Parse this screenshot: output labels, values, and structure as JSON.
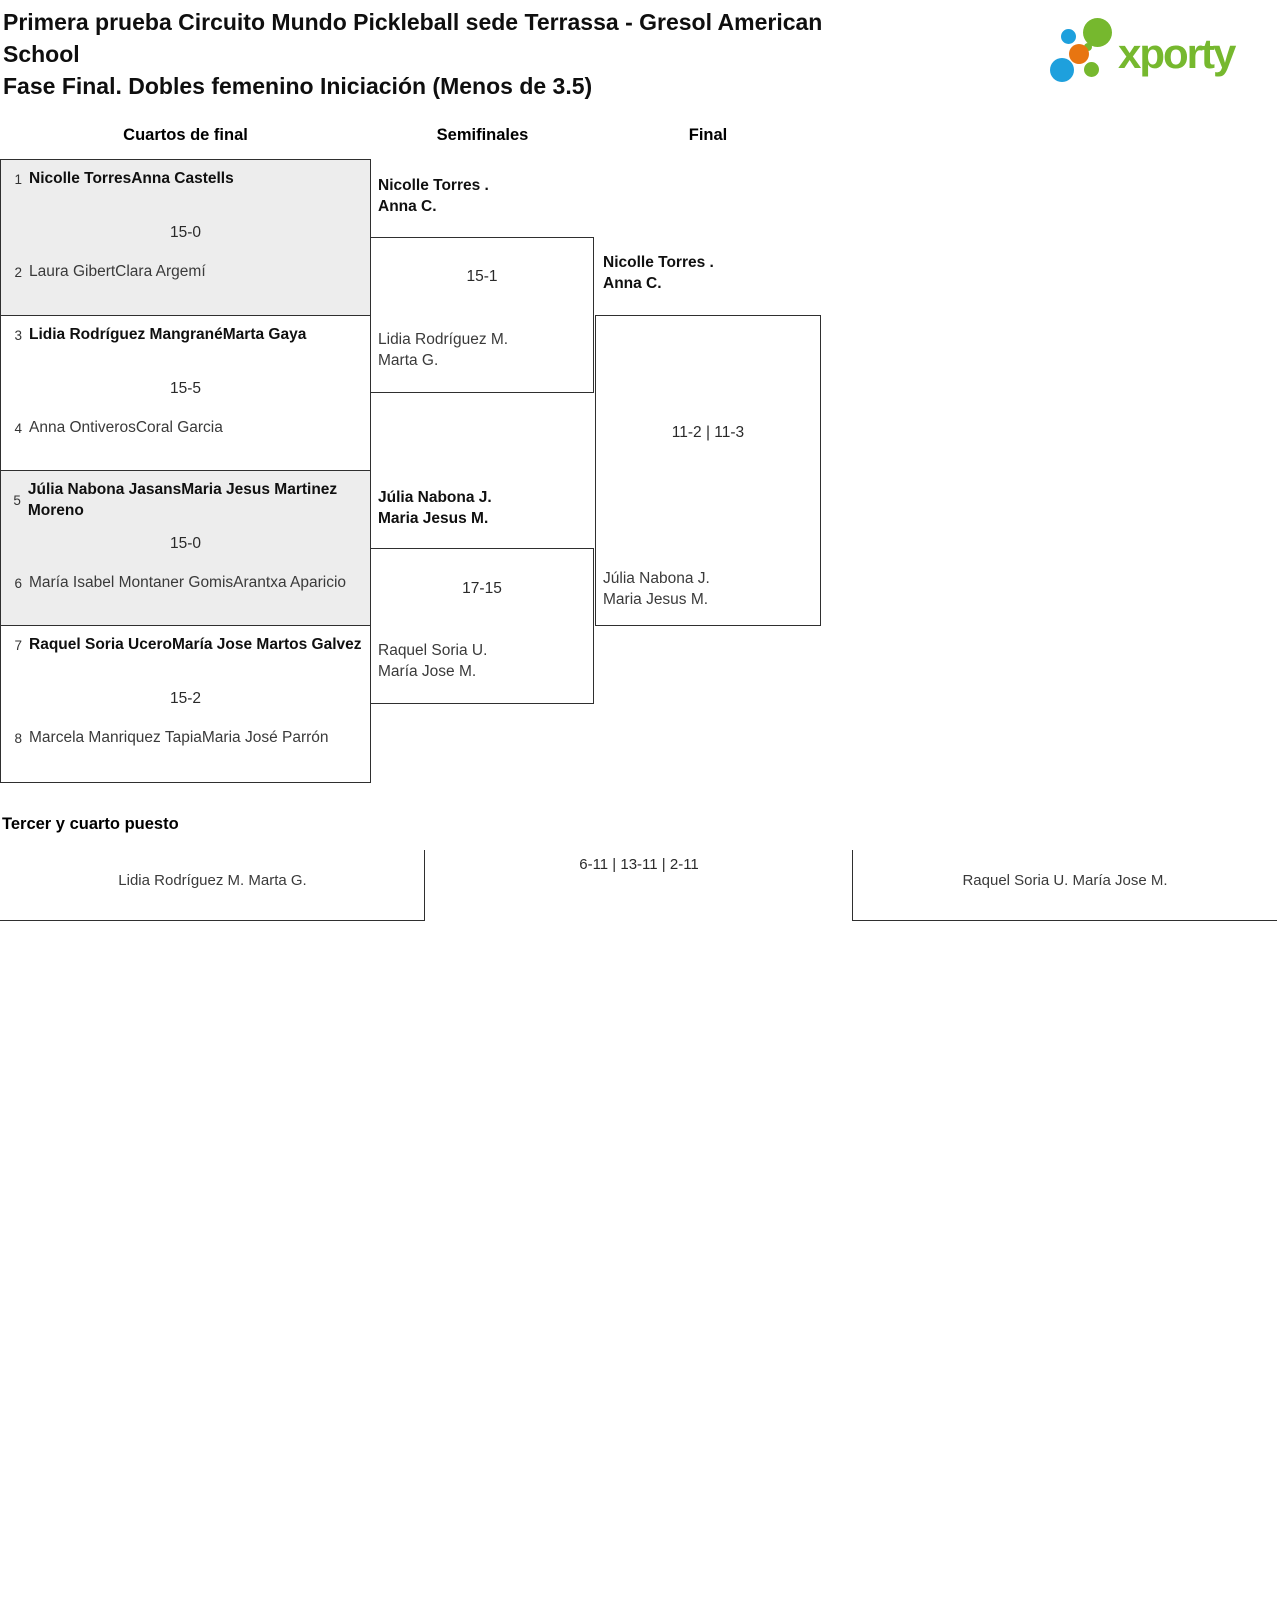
{
  "header": {
    "title": "Primera prueba Circuito Mundo Pickleball sede Terrassa - Gresol American School",
    "subtitle": "Fase Final. Dobles femenino Iniciación (Menos de 3.5)",
    "logo_text": "xporty"
  },
  "round_headers": {
    "quarterfinals": "Cuartos de final",
    "semifinals": "Semifinales",
    "final": "Final"
  },
  "quarterfinals": [
    {
      "seed_top": "1",
      "top": [
        "Nicolle Torres",
        "Anna Castells"
      ],
      "score": "15-0",
      "seed_bottom": "2",
      "bottom": [
        "Laura Gibert",
        "Clara Argemí"
      ]
    },
    {
      "seed_top": "3",
      "top": [
        "Lidia Rodríguez Mangrané",
        "Marta Gaya"
      ],
      "score": "15-5",
      "seed_bottom": "4",
      "bottom": [
        "Anna Ontiveros",
        "Coral Garcia"
      ]
    },
    {
      "seed_top": "5",
      "top": [
        "Júlia Nabona Jasans",
        "Maria Jesus Martinez Moreno"
      ],
      "score": "15-0",
      "seed_bottom": "6",
      "bottom": [
        "María Isabel Montaner Gomis",
        "Arantxa Aparicio"
      ]
    },
    {
      "seed_top": "7",
      "top": [
        "Raquel Soria Ucero",
        "María Jose Martos Galvez"
      ],
      "score": "15-2",
      "seed_bottom": "8",
      "bottom": [
        "Marcela Manriquez Tapia",
        "Maria José Parrón"
      ]
    }
  ],
  "semifinals": [
    {
      "winner": [
        "Nicolle Torres .",
        "Anna C."
      ],
      "score": "15-1",
      "loser": [
        "Lidia Rodríguez M.",
        "Marta G."
      ]
    },
    {
      "winner": [
        "Júlia Nabona J.",
        "Maria Jesus M."
      ],
      "score": "17-15",
      "loser": [
        "Raquel Soria U.",
        "María Jose M."
      ]
    }
  ],
  "final": {
    "winner": [
      "Nicolle Torres .",
      "Anna C."
    ],
    "score": "11-2 | 11-3",
    "loser": [
      "Júlia Nabona J.",
      "Maria Jesus M."
    ]
  },
  "third_place": {
    "heading": "Tercer y cuarto puesto",
    "left": [
      "Lidia Rodríguez M.",
      "Marta G."
    ],
    "score": "6-11 | 13-11 | 2-11",
    "right": [
      "Raquel Soria U.",
      "María Jose M."
    ]
  },
  "colors": {
    "logo_green": "#76b82e",
    "logo_blue": "#1ea0dd",
    "logo_orange": "#e87511",
    "bracket_line": "#2f2f2f",
    "shaded_match_background": "#ededed"
  }
}
